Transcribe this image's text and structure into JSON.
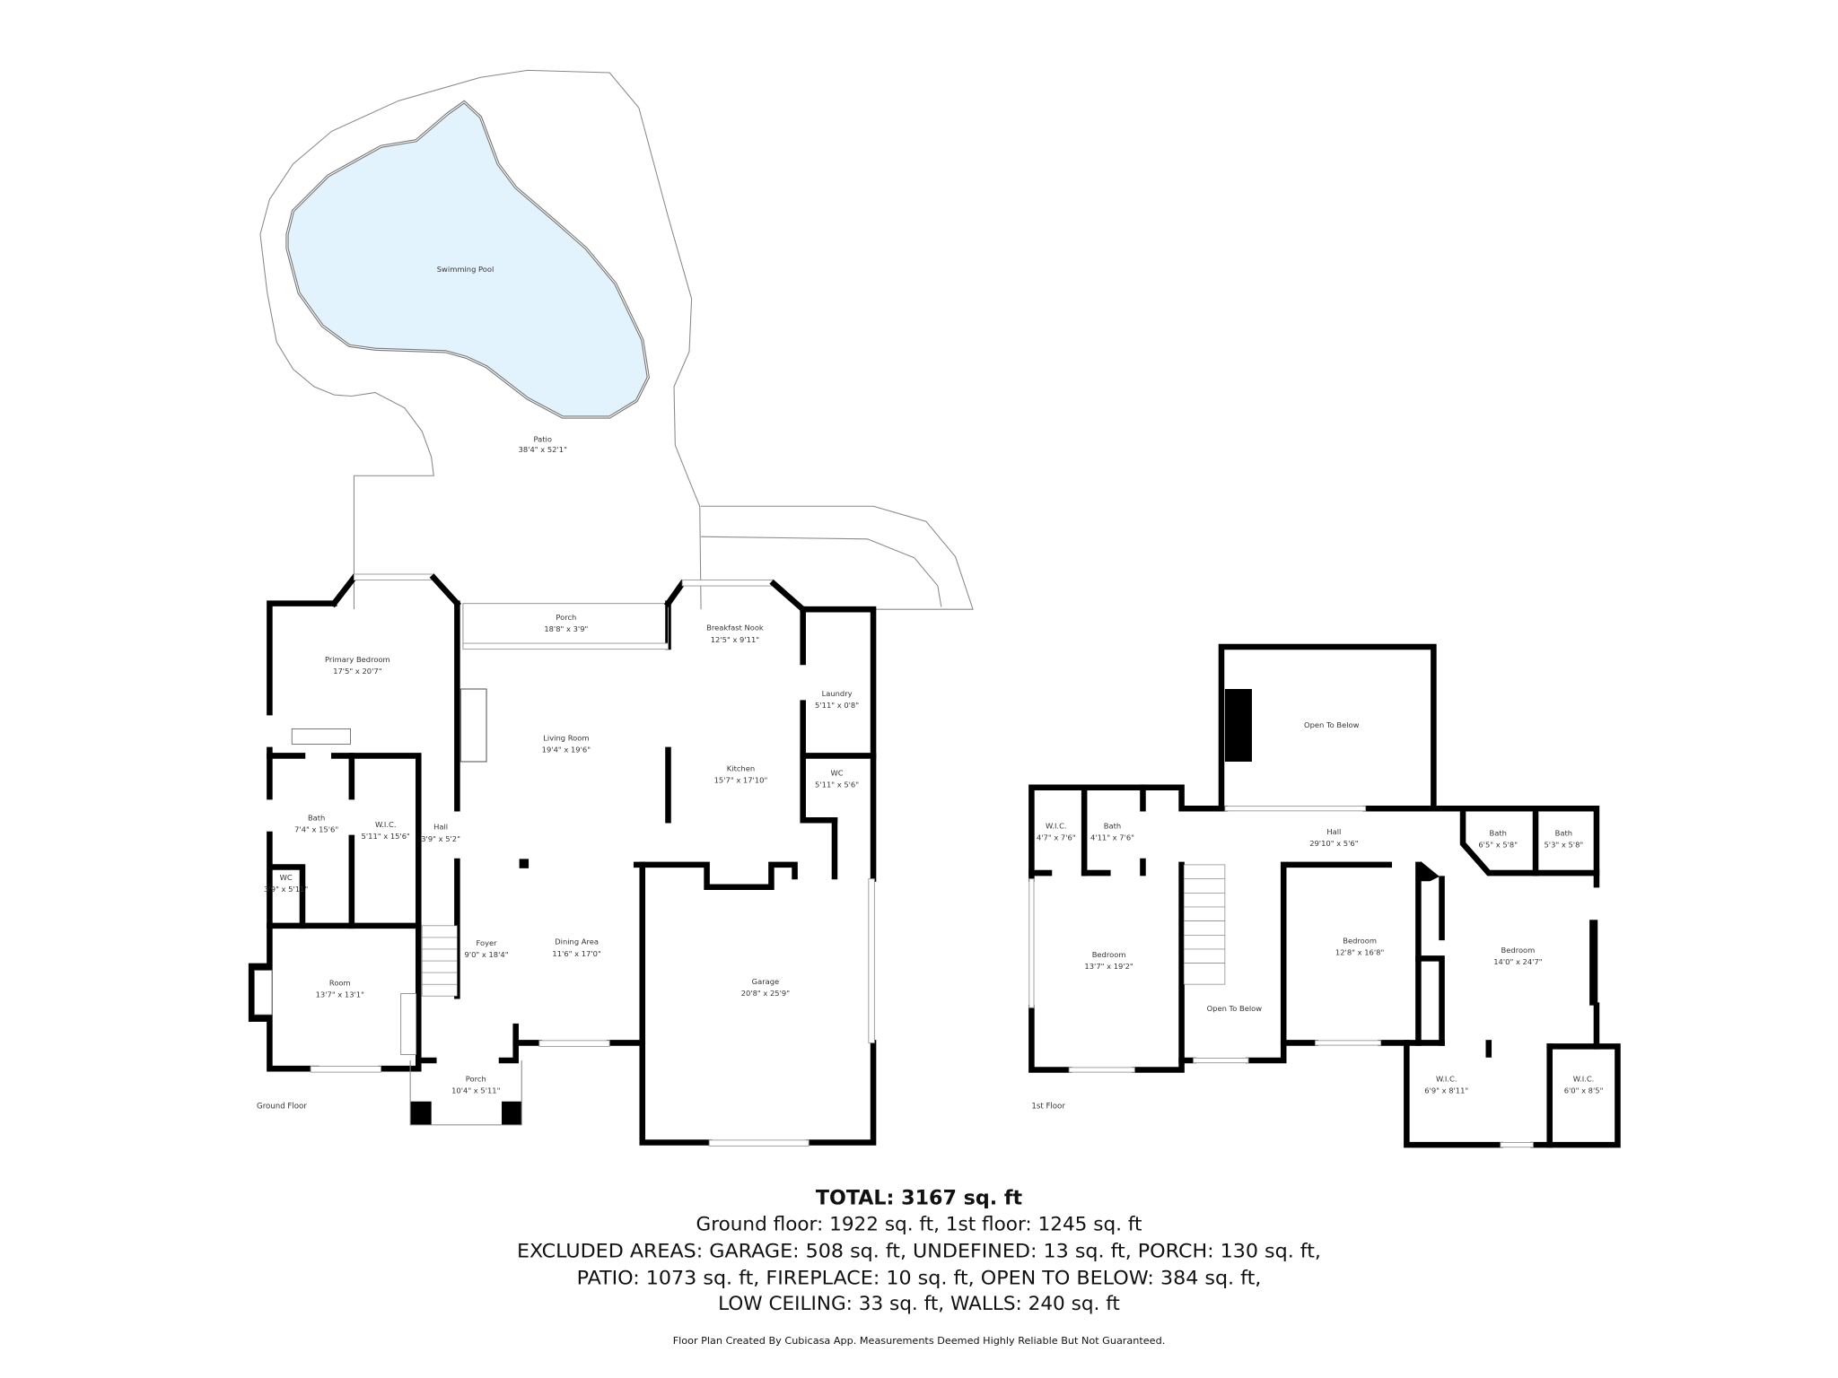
{
  "colors": {
    "wall": "#000000",
    "pool_fill": "#e3f3fd",
    "outline": "#888888"
  },
  "outdoor": {
    "pool": {
      "name": "Swimming Pool"
    },
    "patio": {
      "name": "Patio",
      "dims": "38'4\" x 52'1\""
    }
  },
  "ground_floor": {
    "label": "Ground Floor",
    "rooms": [
      {
        "name": "Primary Bedroom",
        "dims": "17'5\" x 20'7\""
      },
      {
        "name": "Porch",
        "dims": "18'8\" x 3'9\""
      },
      {
        "name": "Breakfast Nook",
        "dims": "12'5\" x 9'11\""
      },
      {
        "name": "Laundry",
        "dims": "5'11\" x 0'8\""
      },
      {
        "name": "Living Room",
        "dims": "19'4\" x 19'6\""
      },
      {
        "name": "Kitchen",
        "dims": "15'7\" x 17'10\""
      },
      {
        "name": "WC",
        "dims": "5'11\" x 5'6\""
      },
      {
        "name": "Bath",
        "dims": "7'4\" x 15'6\""
      },
      {
        "name": "W.I.C.",
        "dims": "5'11\" x 15'6\""
      },
      {
        "name": "Hall",
        "dims": "3'9\" x 5'2\""
      },
      {
        "name": "WC",
        "dims": "3'9\" x 5'11\""
      },
      {
        "name": "Foyer",
        "dims": "9'0\" x 18'4\""
      },
      {
        "name": "Dining Area",
        "dims": "11'6\" x 17'0\""
      },
      {
        "name": "Garage",
        "dims": "20'8\" x 25'9\""
      },
      {
        "name": "Room",
        "dims": "13'7\" x 13'1\""
      },
      {
        "name": "Porch",
        "dims": "10'4\" x 5'11\""
      }
    ]
  },
  "first_floor": {
    "label": "1st Floor",
    "rooms": [
      {
        "name": "Open To Below",
        "dims": ""
      },
      {
        "name": "W.I.C.",
        "dims": "4'7\" x 7'6\""
      },
      {
        "name": "Bath",
        "dims": "4'11\" x 7'6\""
      },
      {
        "name": "Hall",
        "dims": "29'10\" x 5'6\""
      },
      {
        "name": "Bath",
        "dims": "6'5\" x 5'8\""
      },
      {
        "name": "Bath",
        "dims": "5'3\" x 5'8\""
      },
      {
        "name": "Bedroom",
        "dims": "13'7\" x 19'2\""
      },
      {
        "name": "Open To Below",
        "dims": ""
      },
      {
        "name": "Bedroom",
        "dims": "12'8\" x 16'8\""
      },
      {
        "name": "Bedroom",
        "dims": "14'0\" x 24'7\""
      },
      {
        "name": "W.I.C.",
        "dims": "6'9\" x 8'11\""
      },
      {
        "name": "W.I.C.",
        "dims": "6'0\" x 8'5\""
      }
    ]
  },
  "summary": {
    "total": "TOTAL: 3167 sq. ft",
    "lines": [
      "Ground floor: 1922 sq. ft, 1st floor: 1245 sq. ft",
      "EXCLUDED AREAS: GARAGE: 508 sq. ft, UNDEFINED: 13 sq. ft, PORCH: 130 sq. ft,",
      "PATIO: 1073 sq. ft, FIREPLACE: 10 sq. ft, OPEN TO BELOW: 384 sq. ft,",
      "LOW CEILING: 33 sq. ft, WALLS: 240 sq. ft"
    ],
    "disclaimer": "Floor Plan Created By Cubicasa App. Measurements Deemed Highly Reliable But Not Guaranteed."
  }
}
